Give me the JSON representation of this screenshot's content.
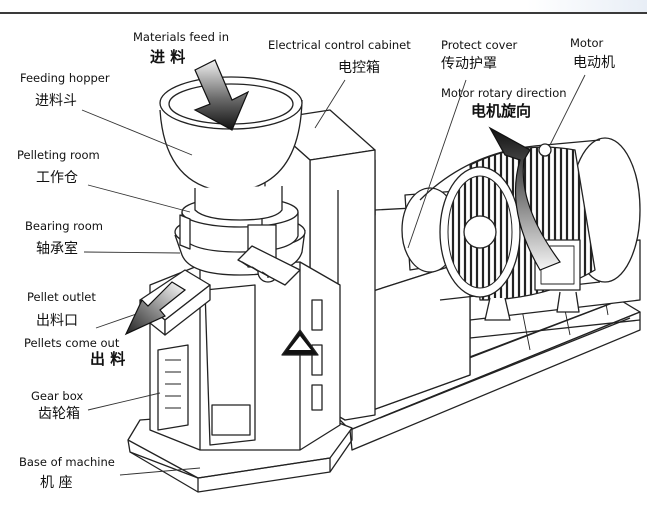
{
  "labels": {
    "feed_in": {
      "en": "Materials feed in",
      "zh": "进 料"
    },
    "hopper": {
      "en": "Feeding hopper",
      "zh": "进料斗"
    },
    "pelleting_room": {
      "en": "Pelleting room",
      "zh": "工作仓"
    },
    "bearing_room": {
      "en": "Bearing room",
      "zh": "轴承室"
    },
    "pellet_outlet": {
      "en": "Pellet outlet",
      "zh": "出料口"
    },
    "pellets_out": {
      "en": "Pellets come out",
      "zh": "出 料"
    },
    "gear_box": {
      "en": "Gear box",
      "zh": "齿轮箱"
    },
    "base": {
      "en": "Base of machine",
      "zh": "机 座"
    },
    "cabinet": {
      "en": "Electrical control cabinet",
      "zh": "电控箱"
    },
    "cover": {
      "en": "Protect cover",
      "zh": "传动护罩"
    },
    "rotary": {
      "en": "Motor rotary direction",
      "zh": "电机旋向"
    },
    "motor": {
      "en": "Motor",
      "zh": "电动机"
    }
  }
}
